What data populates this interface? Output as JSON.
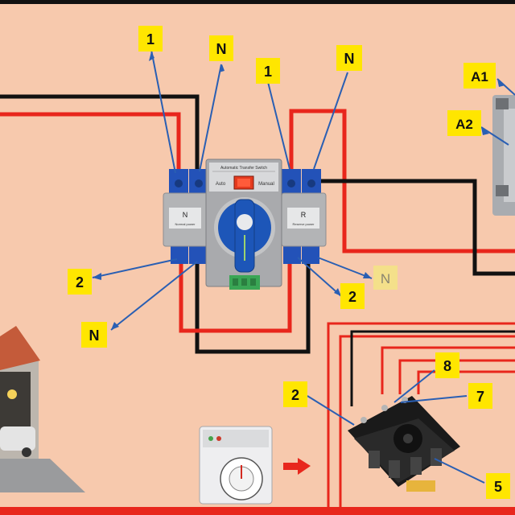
{
  "colors": {
    "background": "#f7c9ad",
    "wire_black": "#111111",
    "wire_red": "#e8261c",
    "pointer_blue": "#2a5fb3",
    "label_yellow": "#ffe600",
    "label_pale": "#f4e08a",
    "switch_gray": "#b8b9bb",
    "knob_blue": "#1d56b8"
  },
  "labels": {
    "l1": "1",
    "l2": "N",
    "l3": "1",
    "l4": "N",
    "l5": "A1",
    "l6": "A2",
    "l7": "2",
    "l8": "N",
    "l9": "N",
    "l10": "2",
    "l11": "8",
    "l12": "2",
    "l13": "7",
    "l14": "5"
  },
  "ats": {
    "header": "Automatic Transfer Switch",
    "auto": "Auto",
    "manual": "Manual",
    "left_module": "N",
    "left_sub": "Normal power",
    "right_module": "R",
    "right_sub": "Reserve power"
  },
  "icons": {
    "garage": "garage-house-icon",
    "timer": "timer-relay-icon",
    "arrow": "arrow-right-icon",
    "socket": "relay-socket-icon"
  }
}
